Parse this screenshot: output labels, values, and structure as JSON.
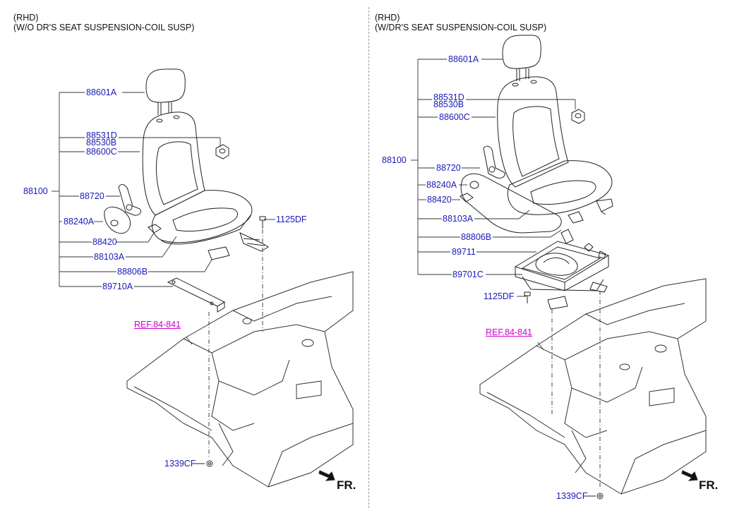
{
  "left": {
    "header_line1": "(RHD)",
    "header_line2": "(W/O DR'S SEAT SUSPENSION-COIL SUSP)",
    "labels": {
      "p88601A": "88601A",
      "p88531D": "88531D",
      "p88530B": "88530B",
      "p88600C": "88600C",
      "p88100": "88100",
      "p88720": "88720",
      "p88240A": "88240A",
      "p88420": "88420",
      "p88103A": "88103A",
      "p88806B": "88806B",
      "p89710A": "89710A",
      "p1125DF": "1125DF",
      "p1339CF": "1339CF"
    },
    "ref": "REF.84-841",
    "fr": "FR."
  },
  "right": {
    "header_line1": "(RHD)",
    "header_line2": "(W/DR'S SEAT SUSPENSION-COIL SUSP)",
    "labels": {
      "p88601A": "88601A",
      "p88531D": "88531D",
      "p88530B": "88530B",
      "p88600C": "88600C",
      "p88100": "88100",
      "p88720": "88720",
      "p88240A": "88240A",
      "p88420": "88420",
      "p88103A": "88103A",
      "p88806B": "88806B",
      "p89711": "89711",
      "p89701C": "89701C",
      "p1125DF": "1125DF",
      "p1339CF": "1339CF"
    },
    "ref": "REF.84-841",
    "fr": "FR."
  }
}
